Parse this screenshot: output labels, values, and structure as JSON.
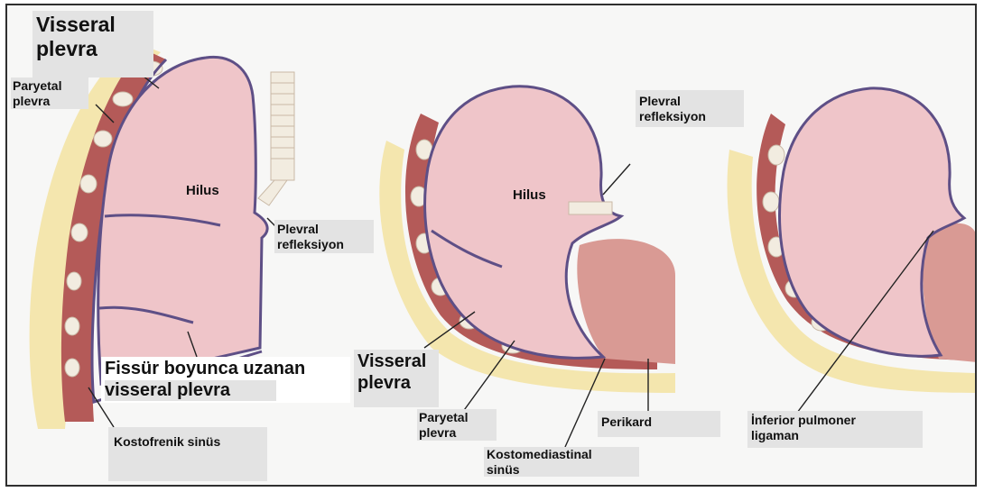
{
  "labels": {
    "visseral_plevra_top": [
      "Visseral",
      "plevra"
    ],
    "paryetal_plevra_left": [
      "Paryetal",
      "plevra"
    ],
    "hilus_left": "Hilus",
    "plevral_refleksiyon_left": [
      "Plevral",
      "refleksiyon"
    ],
    "fissur": [
      "Fissür boyunca uzanan",
      "visseral plevra"
    ],
    "kostofrenik_sinus": "Kostofrenik sinüs",
    "plevral_refleksiyon_mid": [
      "Plevral",
      "refleksiyon"
    ],
    "hilus_mid": "Hilus",
    "visseral_plevra_mid": [
      "Visseral",
      "plevra"
    ],
    "paryetal_plevra_mid": [
      "Paryetal",
      "plevra"
    ],
    "kostomediastinal_sinus": [
      "Kostomediastinal",
      "sinüs"
    ],
    "perikard": "Perikard",
    "inferior_pulmoner_ligaman": [
      "İnferior pulmoner",
      "ligaman"
    ]
  },
  "colors": {
    "lung_fill": "#efc5c9",
    "pleura_line": "#5e4f86",
    "muscle": "#b45a58",
    "fat_layer": "#f4e6ae",
    "rib": "#f2ece0",
    "heart": "#d99a94",
    "label_box": "#e3e3e3",
    "leader_line": "#222222"
  }
}
